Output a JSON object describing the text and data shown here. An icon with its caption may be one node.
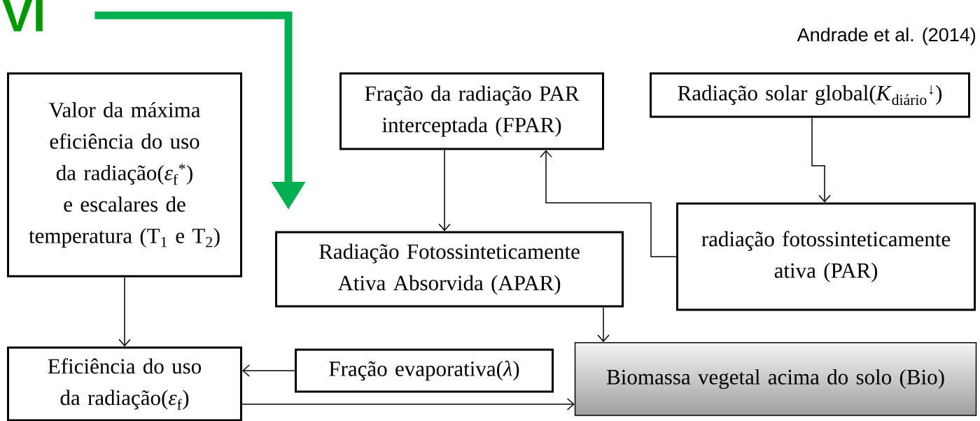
{
  "diagram": {
    "nodes": [
      {
        "text": [
          "Valor da máxima eficiência do uso da radiação(*ε*$_{f}$$^{*}$) e escalares de temperatura (T$_{1}$ e T$_{2}$)"
        ]
      },
      {
        "text": [
          "Fração da radiação PAR interceptada (FPAR)"
        ]
      },
      {
        "text": [
          "Radiação solar global(*K*$_{diário}$$^{↓}$)"
        ]
      },
      {
        "text": [
          "Radiação Fotossinteticamente Ativa Absorvida (APAR)"
        ]
      },
      {
        "text": [
          "radiação fotossinteticamente ativa (PAR)"
        ]
      },
      {
        "text": [
          "Eficiência do uso da radiação(*ε*$_{f}$)"
        ]
      },
      {
        "text": [
          "Fração evaporativa(*λ*)"
        ]
      },
      {
        "text": [
          "Biomassa vegetal acima do solo (Bio)"
        ]
      },
      {
        "text": [
          "VI"
        ]
      }
    ],
    "edges": [
      {
        "from": 0,
        "to": 5,
        "arrow": "to"
      },
      {
        "from": 6,
        "to": 5,
        "arrow": "to"
      },
      {
        "from": 5,
        "to": 7,
        "arrow": "to"
      },
      {
        "from": 1,
        "to": 3,
        "arrow": "to"
      },
      {
        "from": 2,
        "to": 4,
        "arrow": "to"
      },
      {
        "from": 4,
        "to": 1,
        "arrow": "to"
      },
      {
        "from": 3,
        "to": 7,
        "arrow": "to"
      },
      {
        "from": 8,
        "to": null,
        "arrow": "to",
        "style": "thick",
        "color": "#00b050"
      }
    ],
    "labels": [
      "Andrade et al. (2014)"
    ]
  }
}
